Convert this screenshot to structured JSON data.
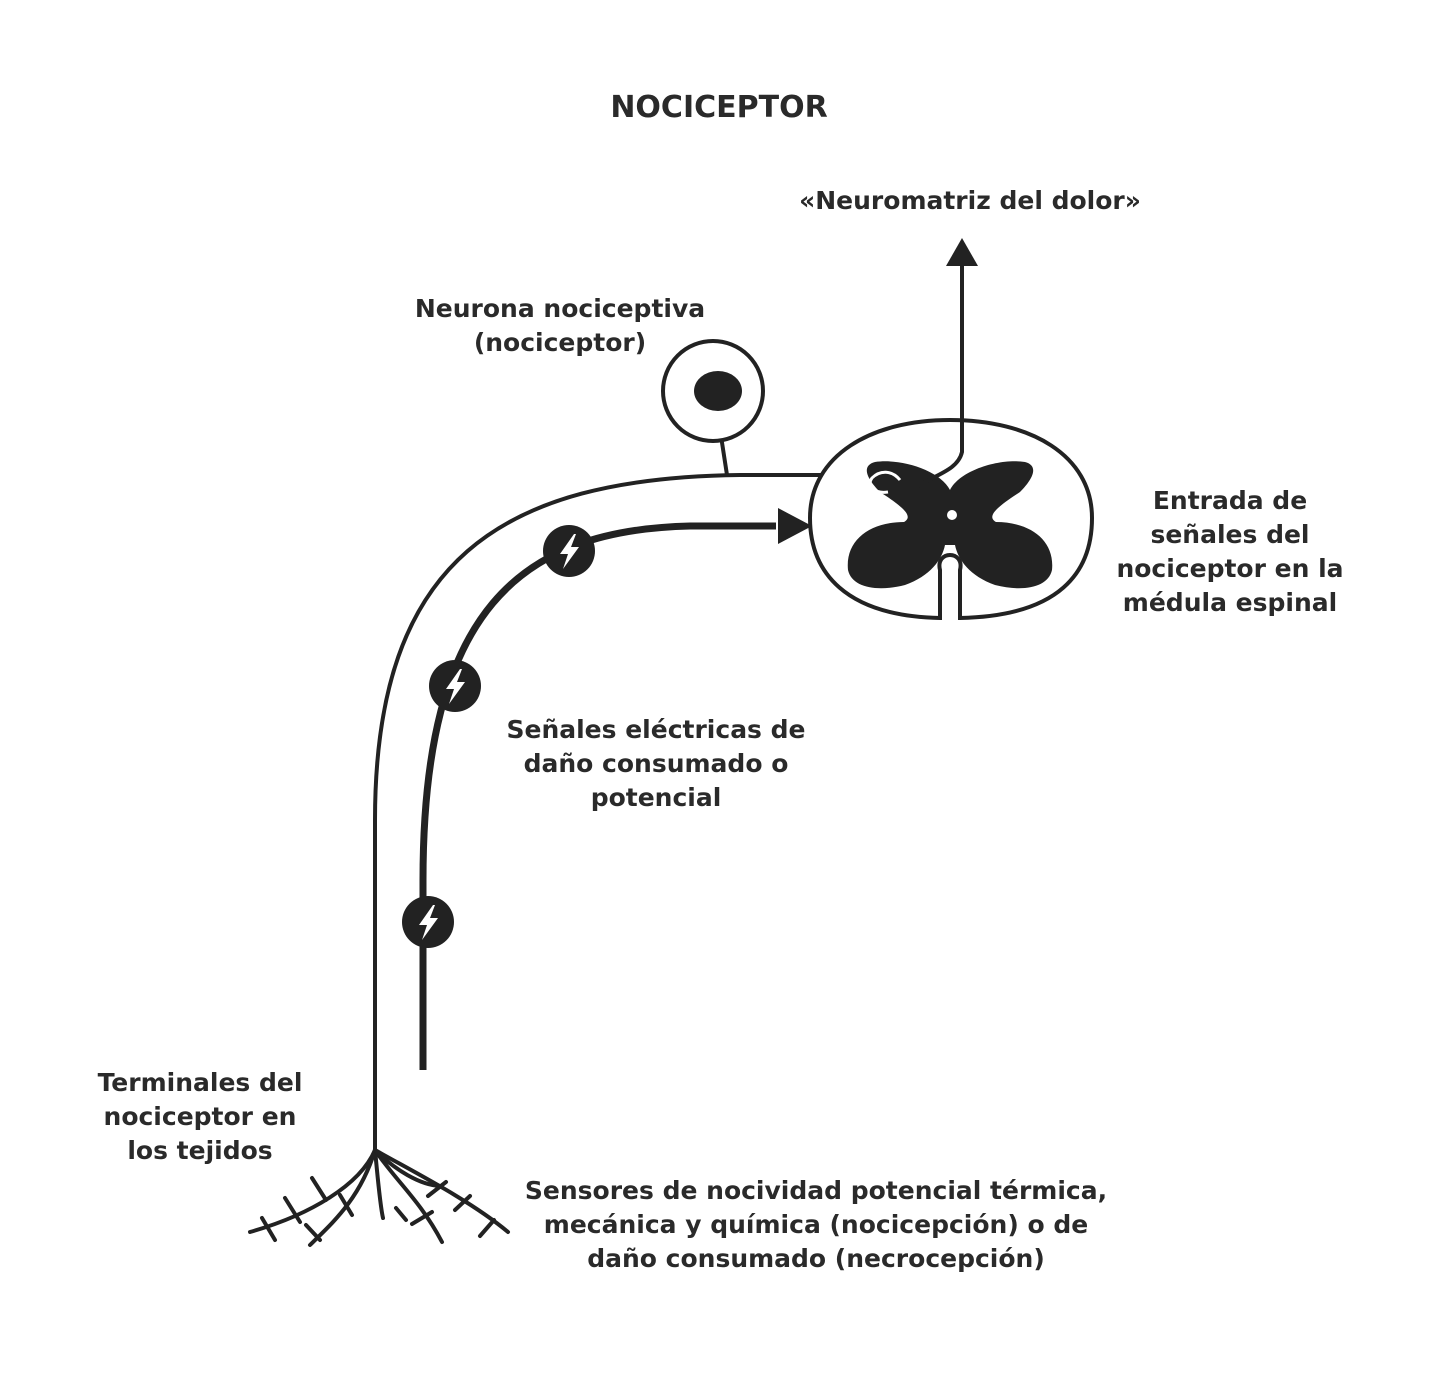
{
  "title": "NOCICEPTOR",
  "labels": {
    "neuromatrix": "«Neuromatriz del dolor»",
    "neuron": [
      "Neurona nociceptiva",
      "(nociceptor)"
    ],
    "spinal_entry": [
      "Entrada de",
      "señales del",
      "nociceptor en la",
      "médula espinal"
    ],
    "signals": [
      "Señales eléctricas de",
      "daño consumado o",
      "potencial"
    ],
    "terminals": [
      "Terminales del",
      "nociceptor en",
      "los tejidos"
    ],
    "sensors": [
      "Sensores de nocividad potencial térmica,",
      "mecánica y química (nocicepción) o de",
      "daño consumado (necrocepción)"
    ]
  },
  "colors": {
    "ink": "#222222",
    "gray_matter": "#222222",
    "background": "#ffffff"
  }
}
